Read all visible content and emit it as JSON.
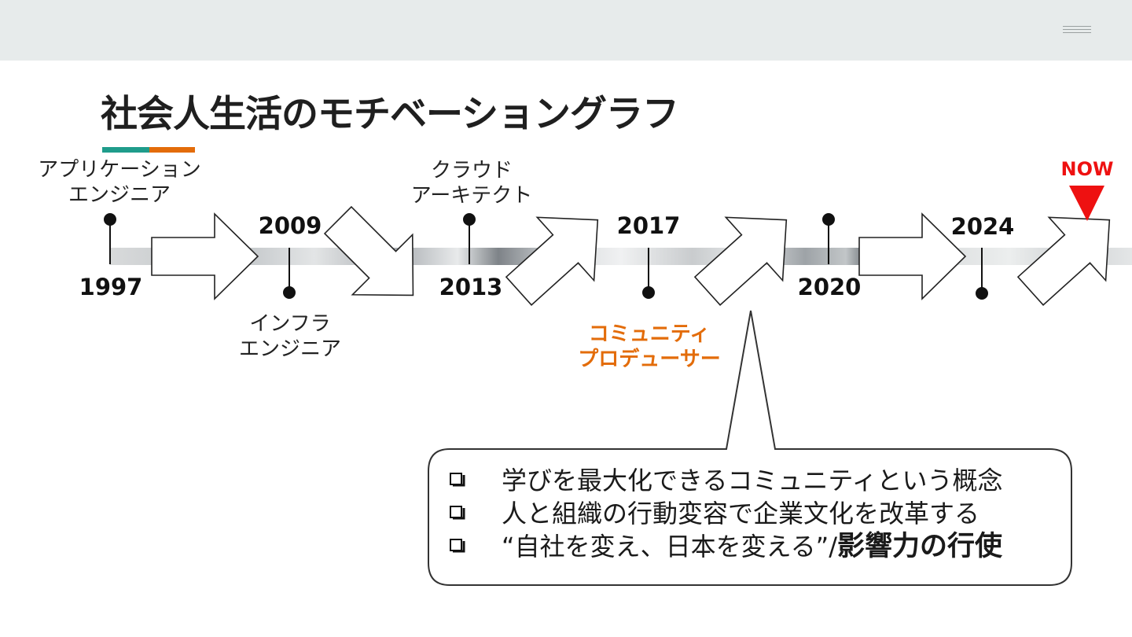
{
  "title": "社会人生活のモチベーショングラフ",
  "colors": {
    "accent_teal": "#1f9c8b",
    "accent_orange": "#e36c0a",
    "now_red": "#ee1111",
    "highlight_role": "#e36c0a"
  },
  "timeline": {
    "points": [
      {
        "year": "1997",
        "role_line1": "アプリケーション",
        "role_line2": "エンジニア"
      },
      {
        "year": "2009",
        "role_line1": "インフラ",
        "role_line2": "エンジニア"
      },
      {
        "year": "2013",
        "role_line1": "クラウド",
        "role_line2": "アーキテクト"
      },
      {
        "year": "2017",
        "role_line1": "コミュニティ",
        "role_line2": "プロデューサー"
      },
      {
        "year": "2020"
      },
      {
        "year": "2024"
      }
    ],
    "now_label": "NOW",
    "arrows": [
      {
        "trend": "flat"
      },
      {
        "trend": "down"
      },
      {
        "trend": "up"
      },
      {
        "trend": "up"
      },
      {
        "trend": "flat"
      },
      {
        "trend": "up"
      }
    ]
  },
  "callout": {
    "bullet_icon": "checkbox-icon",
    "items": [
      {
        "text": "学びを最大化できるコミュニティという概念"
      },
      {
        "text": "人と組織の行動変容で企業文化を改革する"
      },
      {
        "text": "“自社を変え、日本を変える”/",
        "emphasis": "影響力の行使"
      }
    ]
  }
}
